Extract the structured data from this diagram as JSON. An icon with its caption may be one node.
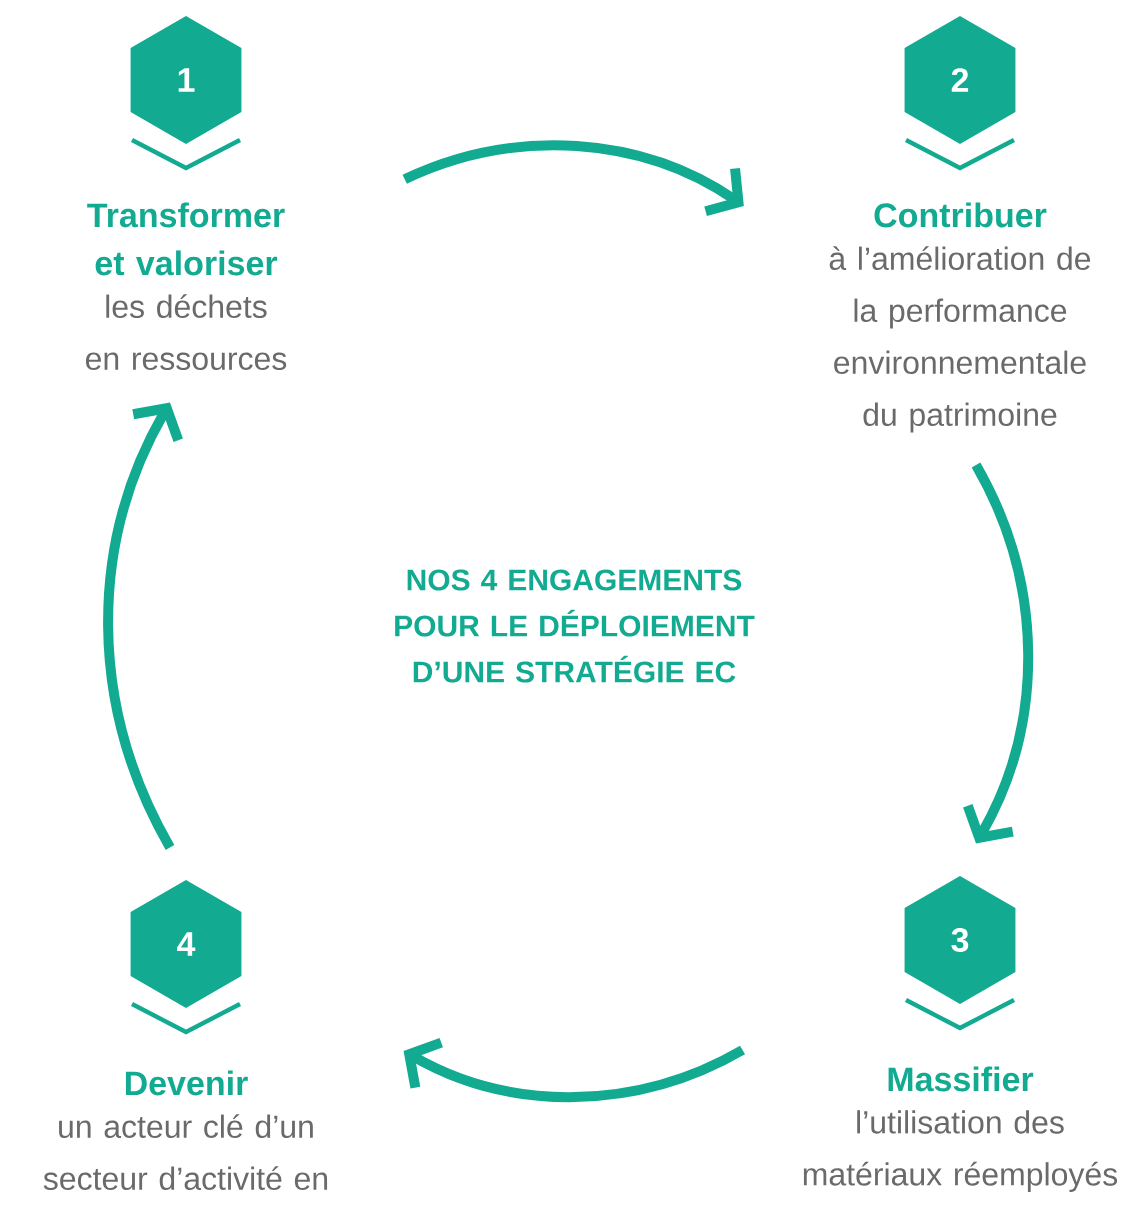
{
  "diagram": {
    "title": "NOS 4 ENGAGEMENTS POUR LE DÉPLOIEMENT D’UNE STRATÉGIE EC",
    "nodes": [
      {
        "text": [
          "1",
          "Transformer et valoriser",
          "les déchets en ressources"
        ]
      },
      {
        "text": [
          "2",
          "Contribuer",
          "à l’amélioration de la performance environnementale du patrimoine"
        ]
      },
      {
        "text": [
          "3",
          "Massifier",
          "l’utilisation des matériaux réemployés"
        ]
      },
      {
        "text": [
          "4",
          "Devenir",
          "un acteur clé d’un secteur d’activité en"
        ]
      }
    ],
    "edges": [
      {
        "from": 0,
        "to": 1,
        "arrow": "to"
      },
      {
        "from": 1,
        "to": 2,
        "arrow": "to"
      },
      {
        "from": 2,
        "to": 3,
        "arrow": "to"
      },
      {
        "from": 3,
        "to": 0,
        "arrow": "to"
      }
    ]
  }
}
